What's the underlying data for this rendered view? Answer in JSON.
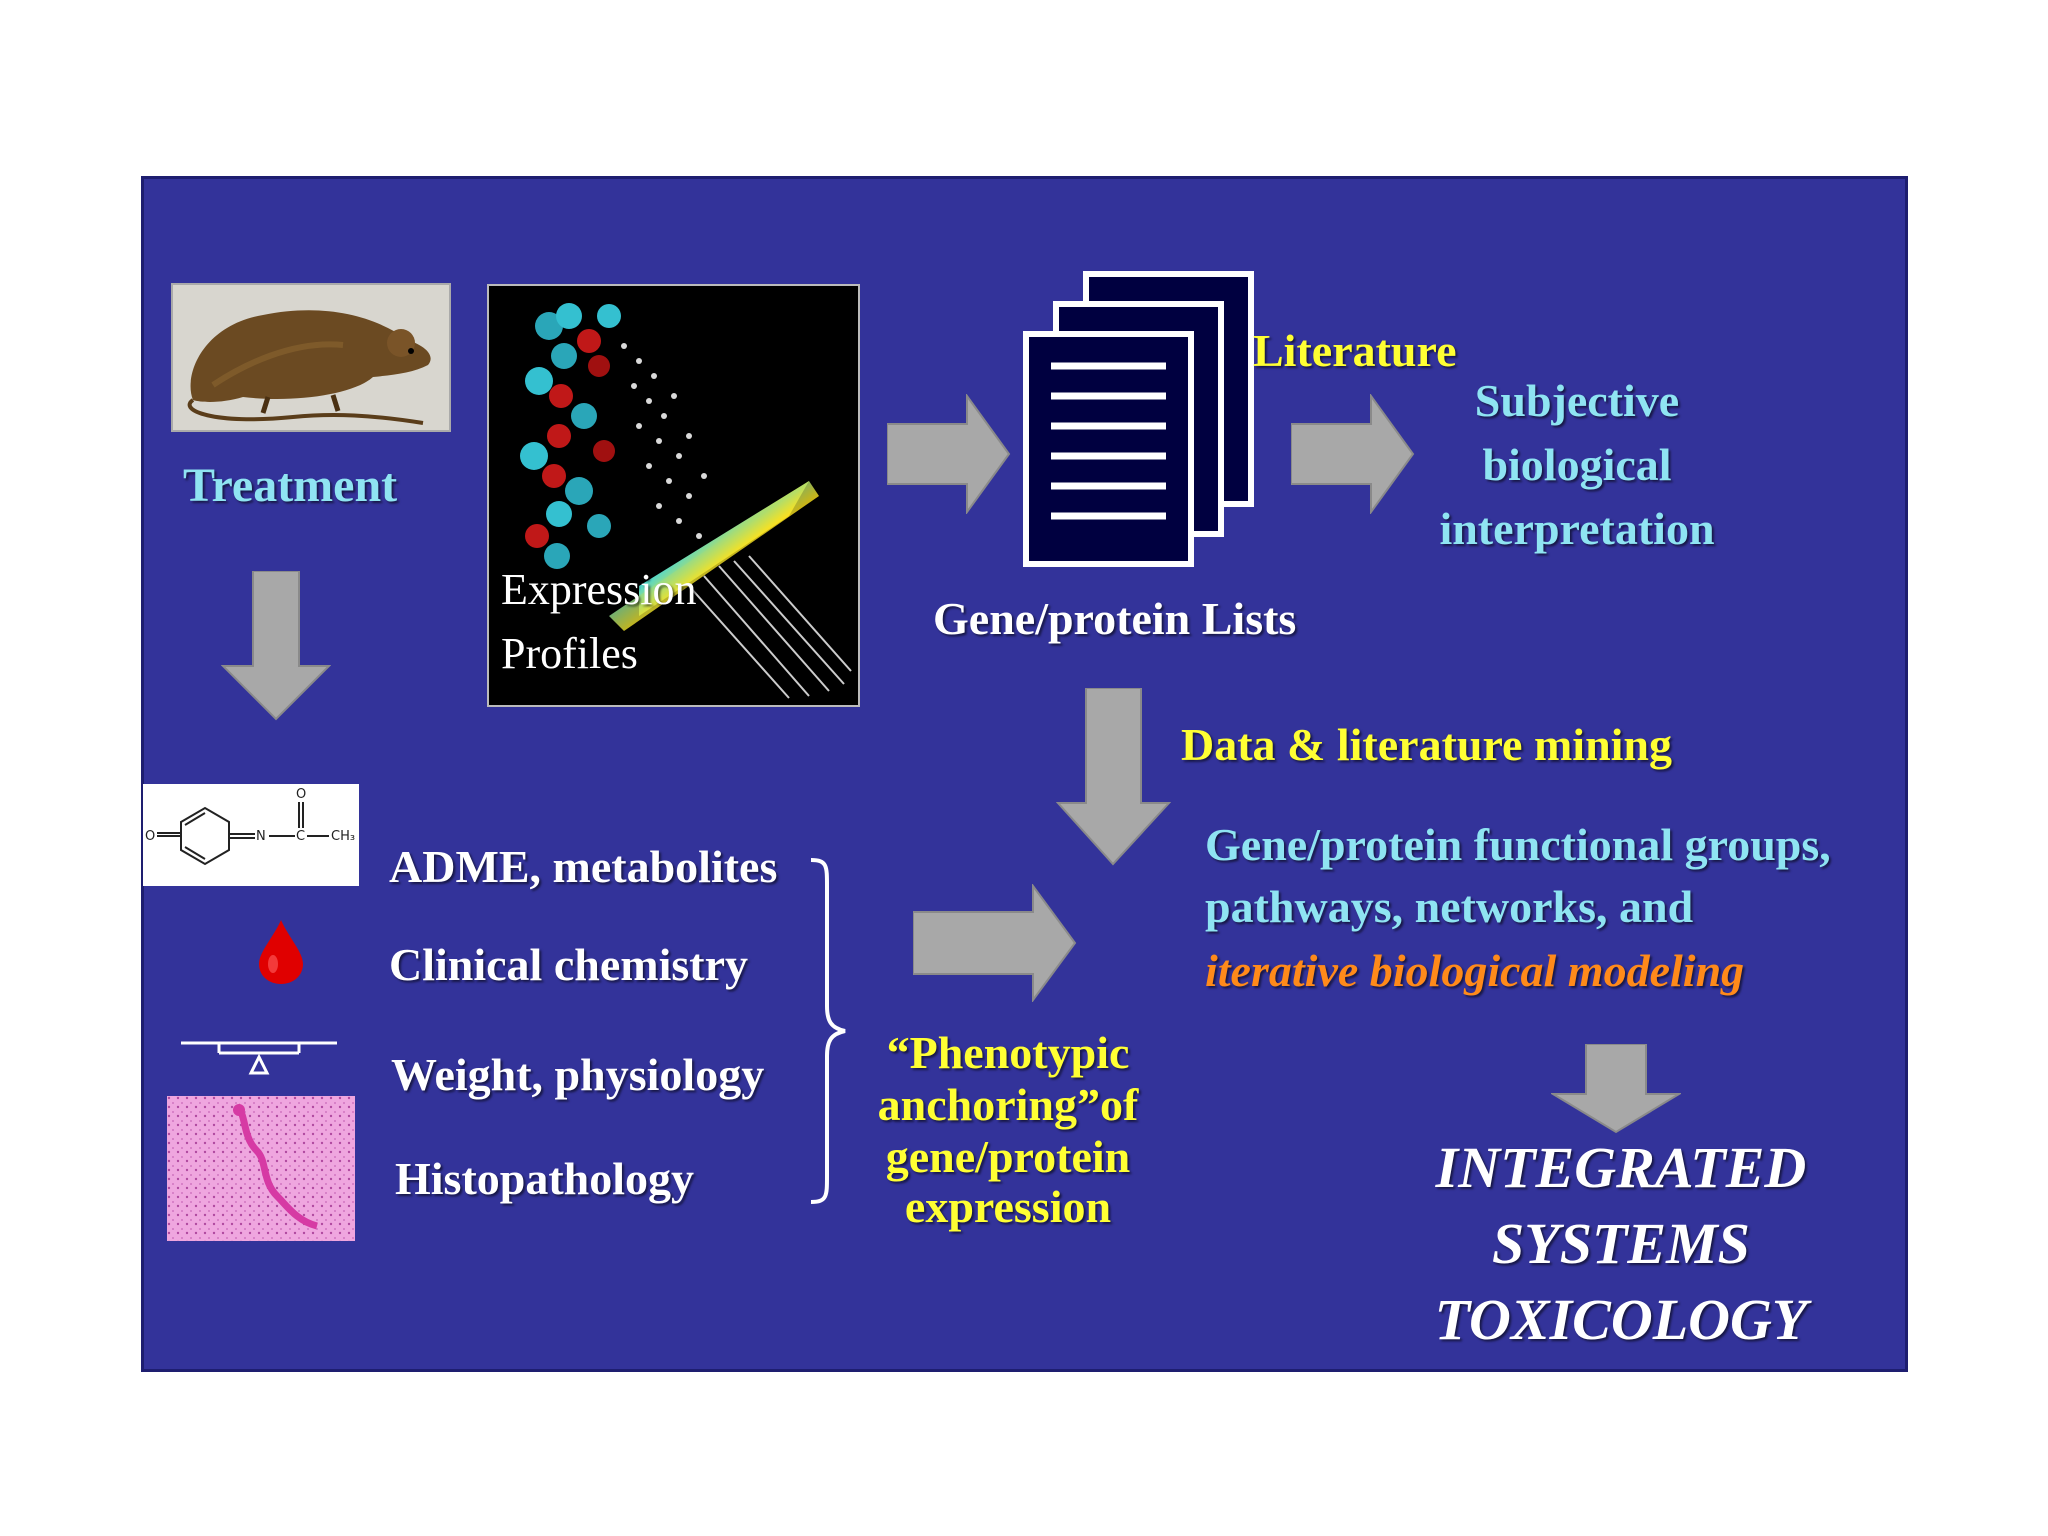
{
  "labels": {
    "treatment": "Treatment",
    "expression_line1": "Expression",
    "expression_line2": "Profiles",
    "literature": "Literature",
    "gene_protein_lists": "Gene/protein Lists",
    "subjective": [
      "Subjective",
      "biological",
      "interpretation"
    ],
    "data_mining": "Data & literature mining",
    "functional_line1": "Gene/protein functional groups,",
    "functional_line2": "pathways, networks, and",
    "functional_line3": "iterative biological modeling",
    "adme": "ADME, metabolites",
    "clinical": "Clinical chemistry",
    "weight": "Weight, physiology",
    "histo": "Histopathology",
    "phenotypic": [
      "“Phenotypic",
      "anchoring”of",
      "gene/protein",
      "expression"
    ],
    "final": [
      "INTEGRATED",
      "SYSTEMS",
      "TOXICOLOGY"
    ]
  },
  "molecule": {
    "atom_o_top": "O",
    "atom_o_left": "O",
    "atom_n": "N",
    "atom_c": "C",
    "atom_ch3": "CH₃"
  },
  "icons": [
    "rat-image",
    "dna-expression-image",
    "document-stack-icon",
    "blood-drop-icon",
    "balance-scale-icon",
    "histology-image",
    "arrow-icon",
    "brace-icon"
  ],
  "colors": {
    "background": "#33339a",
    "cyan_text": "#8fe4f2",
    "yellow_text": "#ffff33",
    "orange_text": "#ff8a1a",
    "arrow": "#a8a8a8"
  }
}
